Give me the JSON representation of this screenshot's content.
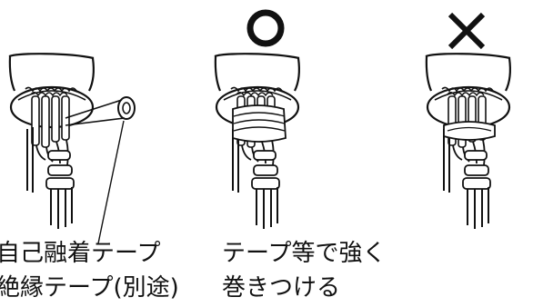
{
  "captions": {
    "self_fusing_tape": "自己融着テープ",
    "insulating_tape": "絶縁テープ(別途)",
    "tape_wrap_line1": "テープ等で強く",
    "tape_wrap_line2": "巻きつける"
  }
}
